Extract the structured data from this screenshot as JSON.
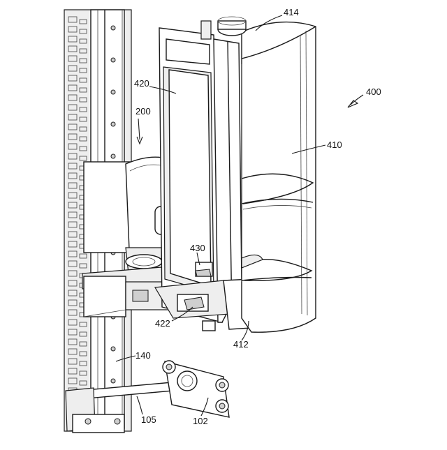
{
  "labels": {
    "l414": "414",
    "l400": "400",
    "l420": "420",
    "l200": "200",
    "l410": "410",
    "l430": "430",
    "l422": "422",
    "l412": "412",
    "l140": "140",
    "l105": "105",
    "l102": "102"
  }
}
